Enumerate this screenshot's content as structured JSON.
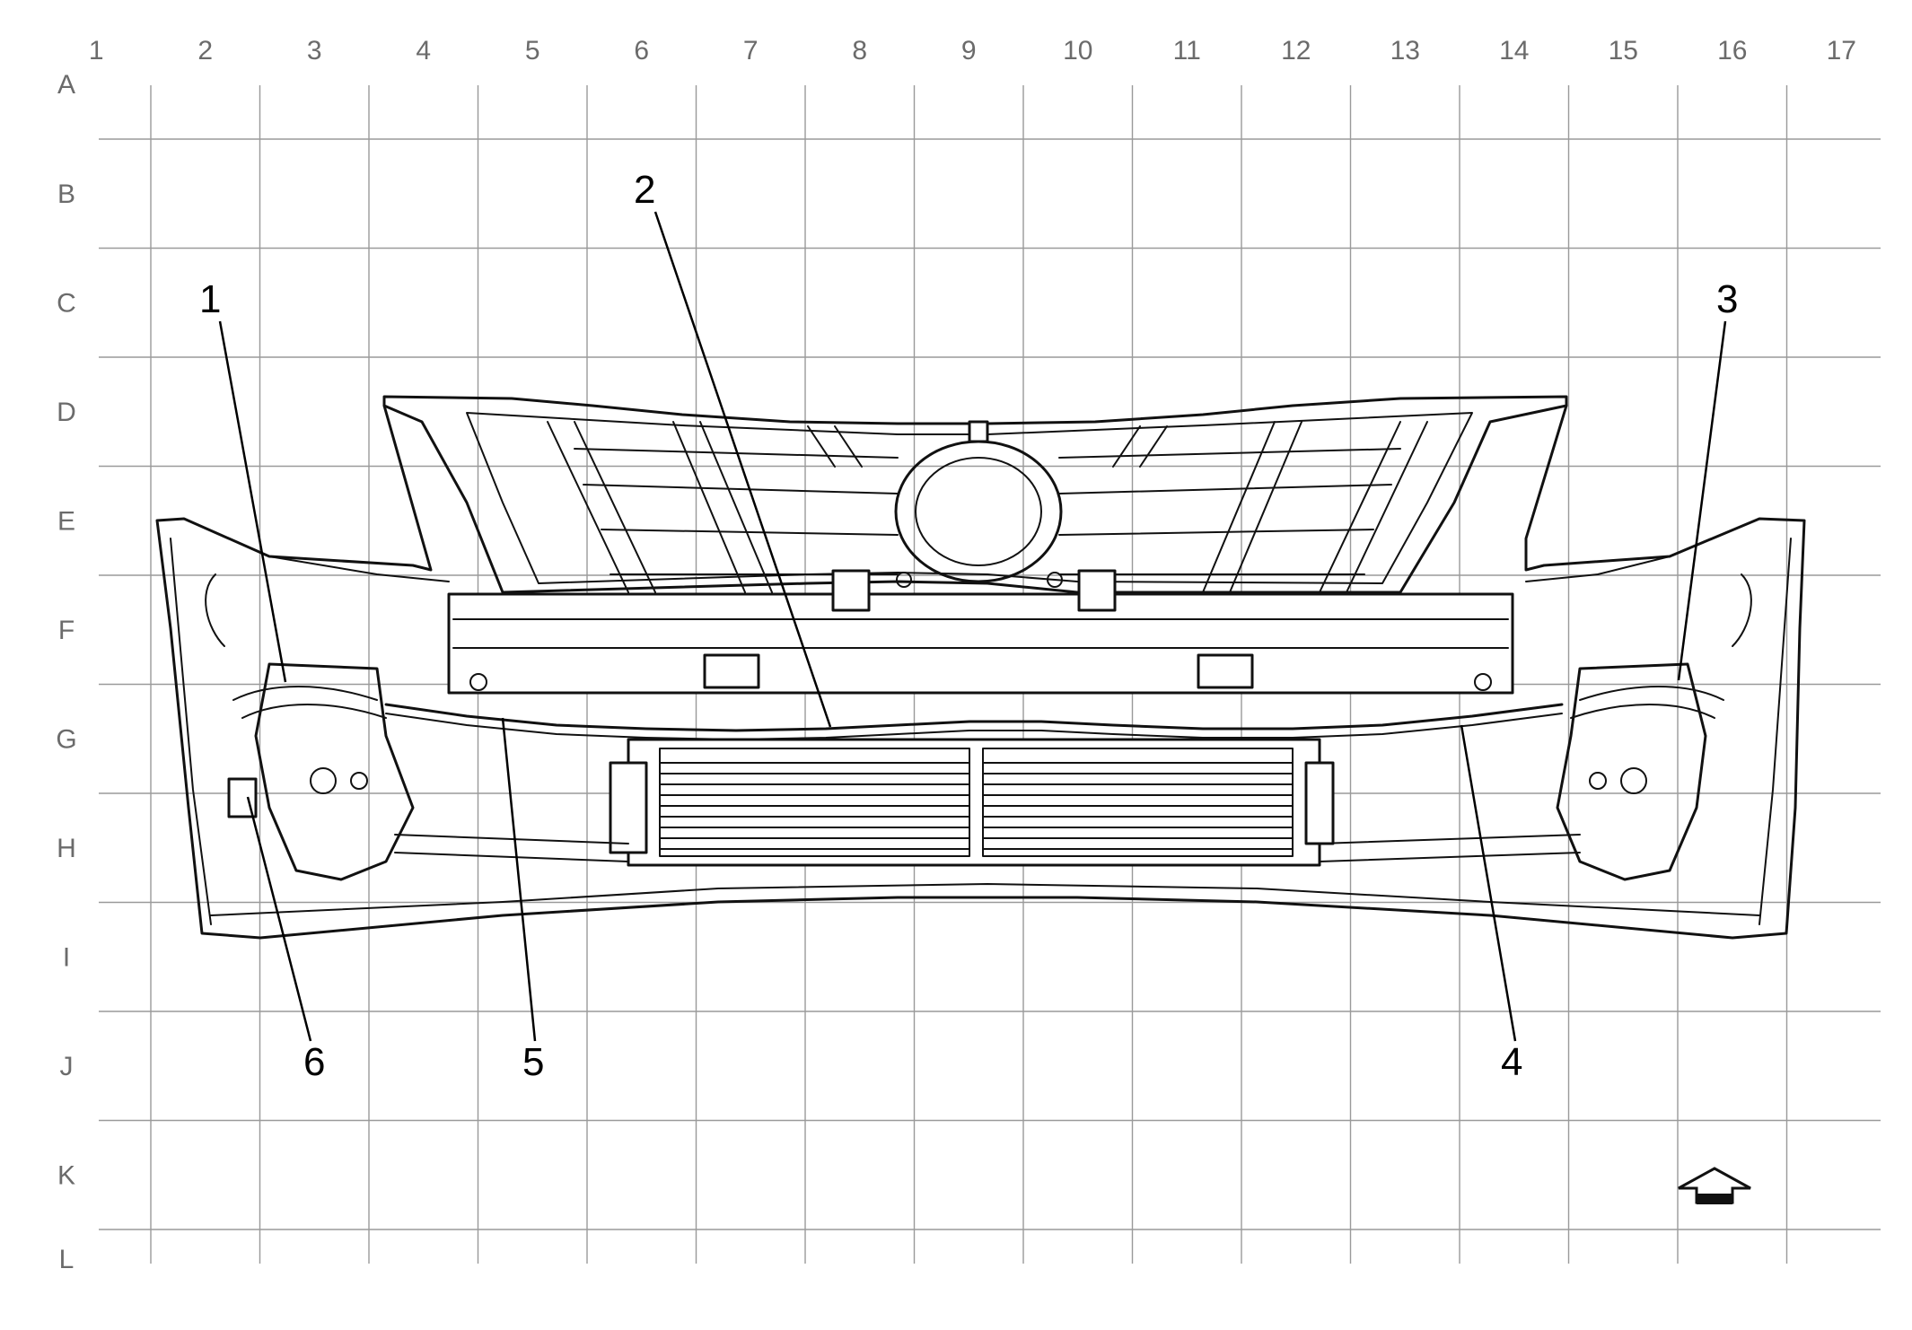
{
  "grid": {
    "columns": [
      "1",
      "2",
      "3",
      "4",
      "5",
      "6",
      "7",
      "8",
      "9",
      "10",
      "11",
      "12",
      "13",
      "14",
      "15",
      "16",
      "17"
    ],
    "rows": [
      "A",
      "B",
      "C",
      "D",
      "E",
      "F",
      "G",
      "H",
      "I",
      "J",
      "K",
      "L"
    ]
  },
  "callouts": [
    {
      "id": "1",
      "label": "1"
    },
    {
      "id": "2",
      "label": "2"
    },
    {
      "id": "3",
      "label": "3"
    },
    {
      "id": "4",
      "label": "4"
    },
    {
      "id": "5",
      "label": "5"
    },
    {
      "id": "6",
      "label": "6"
    }
  ],
  "icons": {
    "orientation": "forward-arrow-icon"
  }
}
